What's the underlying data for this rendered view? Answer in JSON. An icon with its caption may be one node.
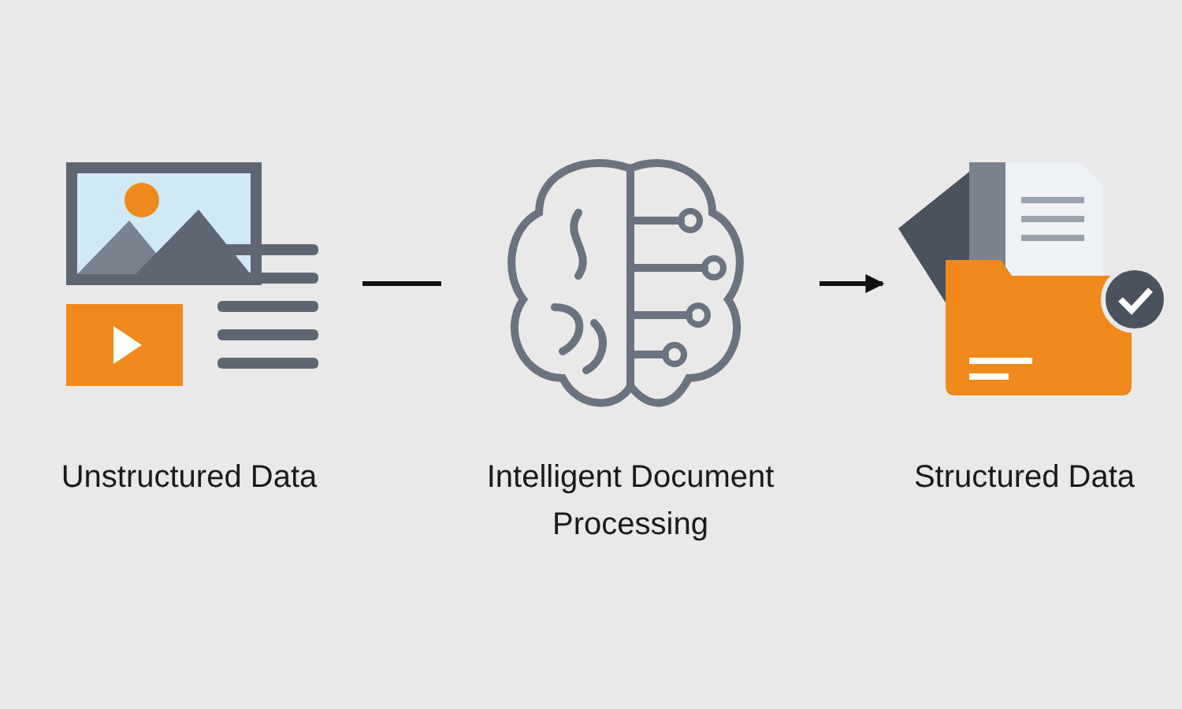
{
  "diagram": {
    "nodes": [
      {
        "text": [
          "Unstructured Data"
        ]
      },
      {
        "text": [
          "Intelligent Document Processing"
        ]
      },
      {
        "text": [
          "Structured Data"
        ]
      }
    ],
    "edges": [
      {
        "from": 0,
        "to": 1,
        "arrow": "none"
      },
      {
        "from": 1,
        "to": 2,
        "arrow": "to"
      }
    ]
  }
}
